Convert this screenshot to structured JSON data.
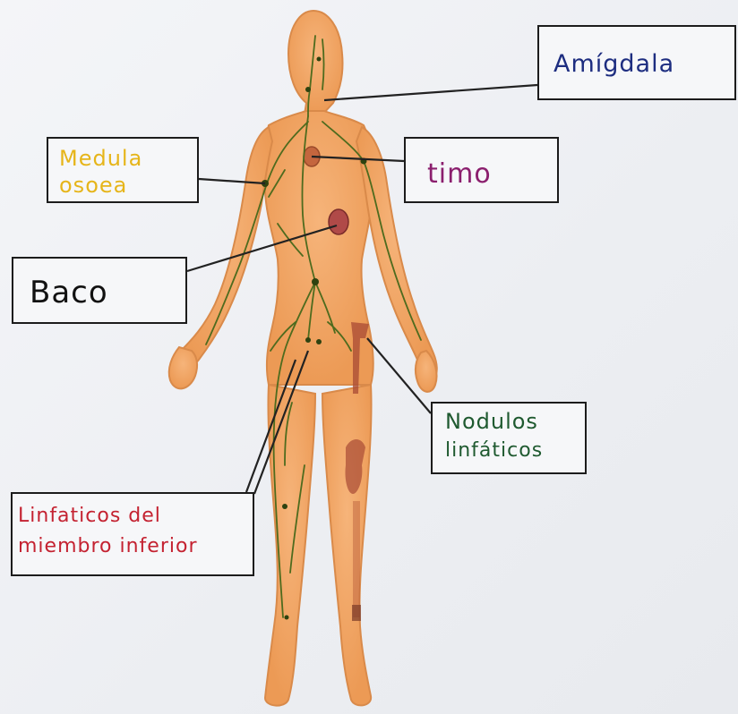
{
  "labels": {
    "amigdala": "Amígdala",
    "medula_line1": "Medula",
    "medula_line2": "osoea",
    "timo": "timo",
    "baco": "Baco",
    "nodulos_line1": "Nodulos",
    "nodulos_line2": "linfáticos",
    "linfaticos_line1": "Linfaticos del",
    "linfaticos_line2": "miembro inferior"
  },
  "colors": {
    "amigdala": "#1d2d80",
    "medula": "#e6b51a",
    "timo": "#8b1f6e",
    "baco": "#111111",
    "nodulos": "#1f5a30",
    "linfaticos": "#c42231",
    "skin": "#f0a060",
    "skin_outline": "#d98a4a",
    "lymph_vessels": "#4e6b1e",
    "organs": "#b05a4a"
  }
}
